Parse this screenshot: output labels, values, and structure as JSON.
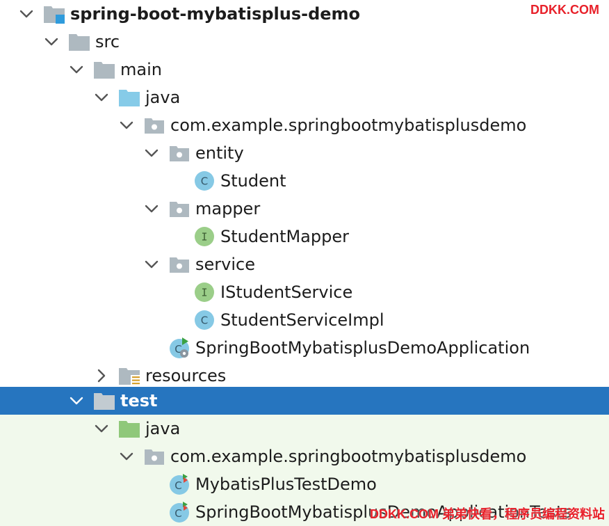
{
  "tree": [
    {
      "label": "spring-boot-mybatisplus-demo",
      "icon": "module-folder-icon",
      "expanded": true,
      "bold": true
    },
    {
      "label": "src",
      "icon": "folder-icon",
      "expanded": true
    },
    {
      "label": "main",
      "icon": "folder-icon",
      "expanded": true
    },
    {
      "label": "java",
      "icon": "source-root-folder-icon",
      "expanded": true
    },
    {
      "label": "com.example.springbootmybatisplusdemo",
      "icon": "package-icon",
      "expanded": true
    },
    {
      "label": "entity",
      "icon": "package-icon",
      "expanded": true
    },
    {
      "label": "Student",
      "icon": "class-icon"
    },
    {
      "label": "mapper",
      "icon": "package-icon",
      "expanded": true
    },
    {
      "label": "StudentMapper",
      "icon": "interface-icon"
    },
    {
      "label": "service",
      "icon": "package-icon",
      "expanded": true
    },
    {
      "label": "IStudentService",
      "icon": "interface-icon"
    },
    {
      "label": "StudentServiceImpl",
      "icon": "class-icon"
    },
    {
      "label": "SpringBootMybatisplusDemoApplication",
      "icon": "spring-boot-application-icon"
    },
    {
      "label": "resources",
      "icon": "resources-folder-icon",
      "expanded": false
    },
    {
      "label": "test",
      "icon": "folder-icon",
      "expanded": true,
      "selected": true
    },
    {
      "label": "java",
      "icon": "test-source-root-folder-icon",
      "expanded": true
    },
    {
      "label": "com.example.springbootmybatisplusdemo",
      "icon": "package-icon",
      "expanded": true
    },
    {
      "label": "MybatisPlusTestDemo",
      "icon": "test-class-icon"
    },
    {
      "label": "SpringBootMybatisplusDemoApplicationTests",
      "icon": "test-class-icon"
    }
  ],
  "watermarks": {
    "top": "DDKK.COM",
    "bottom": "DDKK.COM 弟弟快看，程序员编程资料站"
  },
  "colors": {
    "selection": "#2675bf",
    "test_background": "#f1f9ec",
    "watermark": "#e8212a",
    "class_icon": "#86c9e5",
    "interface_icon": "#9bce89"
  }
}
